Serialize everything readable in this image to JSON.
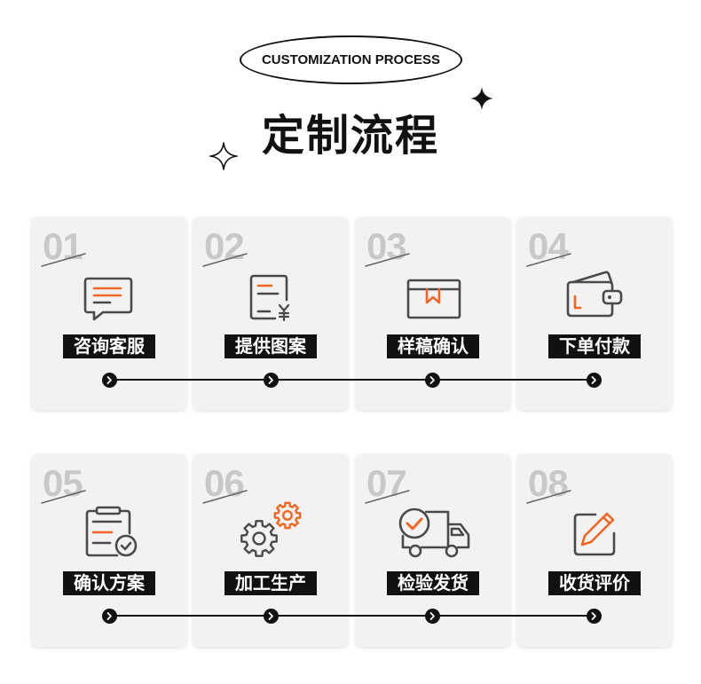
{
  "header": {
    "subtitle": "CUSTOMIZATION PROCESS",
    "title": "定制流程",
    "decoration_icons": [
      "star-filled-icon",
      "star-outline-icon"
    ]
  },
  "colors": {
    "accent": "#f26522",
    "icon": "#4a4a4a",
    "number": "#c8c8c8",
    "card_background": "#f2f2f2",
    "label_background": "#111111",
    "label_text": "#ffffff",
    "ink": "#111111"
  },
  "connector_icon": "chevron-right-circle-icon",
  "steps": [
    {
      "number": "01",
      "label": "咨询客服",
      "icon": "chat-bubble-icon"
    },
    {
      "number": "02",
      "label": "提供图案",
      "icon": "document-yen-icon"
    },
    {
      "number": "03",
      "label": "样稿确认",
      "icon": "package-box-icon"
    },
    {
      "number": "04",
      "label": "下单付款",
      "icon": "wallet-icon"
    },
    {
      "number": "05",
      "label": "确认方案",
      "icon": "clipboard-check-icon"
    },
    {
      "number": "06",
      "label": "加工生产",
      "icon": "gears-icon"
    },
    {
      "number": "07",
      "label": "检验发货",
      "icon": "delivery-truck-icon"
    },
    {
      "number": "08",
      "label": "收货评价",
      "icon": "edit-pencil-icon"
    }
  ]
}
